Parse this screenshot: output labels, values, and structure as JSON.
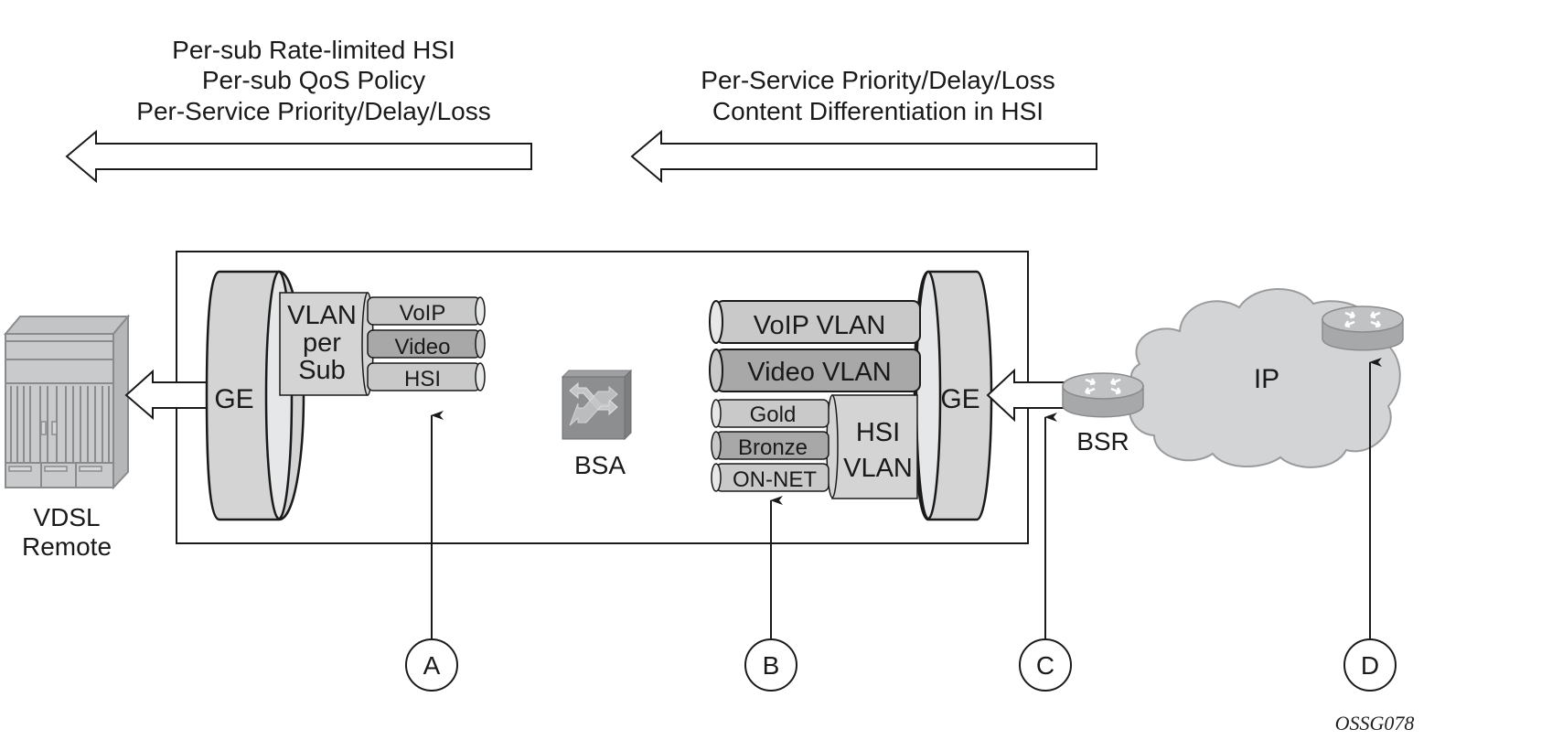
{
  "annotations": {
    "left": {
      "lines": [
        "Per-sub Rate-limited HSI",
        "Per-sub QoS Policy",
        "Per-Service Priority/Delay/Loss"
      ]
    },
    "right": {
      "lines": [
        "Per-Service Priority/Delay/Loss",
        "Content Differentiation in HSI"
      ]
    }
  },
  "vdsl": {
    "label_line1": "VDSL",
    "label_line2": "Remote"
  },
  "bsa": {
    "label": "BSA",
    "left_ge": {
      "label": "GE"
    },
    "vlan_per_sub": {
      "lines": [
        "VLAN",
        "per",
        "Sub"
      ]
    },
    "sub_services": [
      "VoIP",
      "Video",
      "HSI"
    ],
    "right_ge": {
      "label": "GE"
    },
    "service_vlans": [
      "VoIP VLAN",
      "Video VLAN"
    ],
    "hsi_vlan": {
      "lines": [
        "HSI",
        "VLAN"
      ]
    },
    "hsi_classes": [
      "Gold",
      "Bronze",
      "ON-NET"
    ]
  },
  "bsr": {
    "label": "BSR"
  },
  "cloud": {
    "label": "IP"
  },
  "markers": [
    "A",
    "B",
    "C",
    "D"
  ],
  "figure_id": "OSSG078",
  "colors": {
    "line": "#1a1a1a",
    "ge_fill": "#d4d4d4",
    "ge_face": "#e6e7e8",
    "tube_light": "#c9c9c9",
    "tube_dark": "#a8a8a8",
    "cloud": "#d3d4d5",
    "device": "#a7a8aa",
    "switch": "#8d8e90"
  }
}
